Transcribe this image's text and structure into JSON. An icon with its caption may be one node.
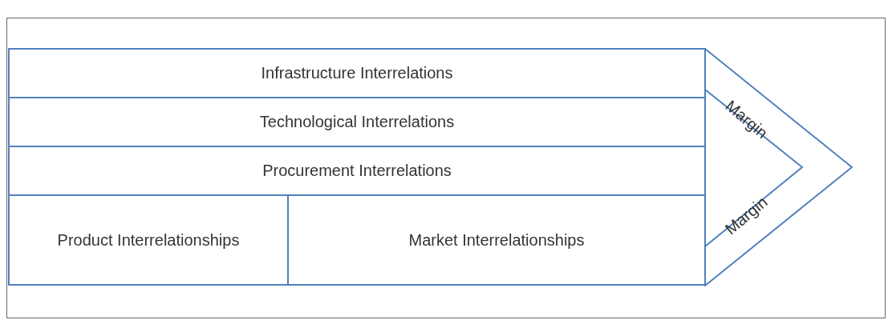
{
  "diagram": {
    "nodes": [
      {
        "text": [
          "Infrastructure Interrelations"
        ]
      },
      {
        "text": [
          "Technological Interrelations"
        ]
      },
      {
        "text": [
          "Procurement Interrelations"
        ]
      },
      {
        "text": [
          "Product Interrelationships"
        ]
      },
      {
        "text": [
          "Market Interrelationships"
        ]
      },
      {
        "text": [
          "Margin",
          "Margin"
        ]
      }
    ]
  }
}
